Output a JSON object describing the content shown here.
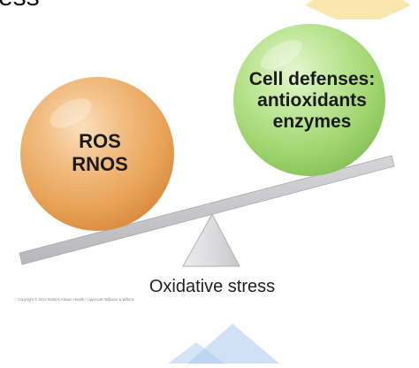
{
  "header_fragment": "ess",
  "left_sphere": {
    "lines": [
      "ROS",
      "RNOS"
    ],
    "color": "#e8a256"
  },
  "right_sphere": {
    "lines": [
      "Cell defenses:",
      "antioxidants",
      "enzymes"
    ],
    "color": "#9fd46e"
  },
  "caption": "Oxidative stress",
  "copyright": "Copyright © 2013 Wolters Kluwer Health | Lippincott Williams & Wilkins",
  "colors": {
    "beam": "#c4c4c6",
    "fulcrum": "#d8d8da",
    "decor_gold": "#f6d470",
    "decor_blue": "#aac9ec"
  }
}
